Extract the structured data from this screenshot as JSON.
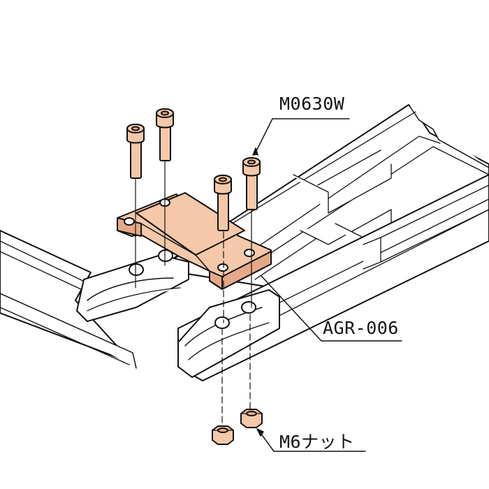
{
  "labels": {
    "bolt": "M0630W",
    "bracket": "AGR-006",
    "nut": "M6ナット"
  },
  "colors": {
    "part_fill": "#f4c8a8",
    "part_shadow": "#e6a987",
    "outline": "#111111",
    "background": "#ffffff"
  }
}
